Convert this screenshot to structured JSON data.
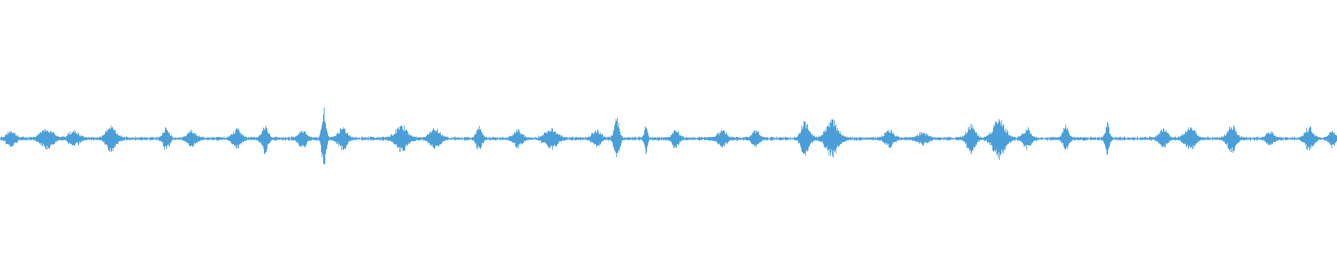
{
  "waveform": {
    "color": "#4a9fd8",
    "background": "#ffffff",
    "baseline_amplitude": 0.012,
    "bursts": [
      {
        "at": 0.008,
        "amp": 0.06,
        "spread": 0.004
      },
      {
        "at": 0.035,
        "amp": 0.07,
        "spread": 0.006
      },
      {
        "at": 0.055,
        "amp": 0.05,
        "spread": 0.005
      },
      {
        "at": 0.083,
        "amp": 0.09,
        "spread": 0.005
      },
      {
        "at": 0.124,
        "amp": 0.08,
        "spread": 0.003
      },
      {
        "at": 0.143,
        "amp": 0.06,
        "spread": 0.004
      },
      {
        "at": 0.177,
        "amp": 0.07,
        "spread": 0.004
      },
      {
        "at": 0.198,
        "amp": 0.1,
        "spread": 0.003
      },
      {
        "at": 0.226,
        "amp": 0.06,
        "spread": 0.004
      },
      {
        "at": 0.242,
        "amp": 0.22,
        "spread": 0.002
      },
      {
        "at": 0.256,
        "amp": 0.08,
        "spread": 0.004
      },
      {
        "at": 0.3,
        "amp": 0.09,
        "spread": 0.006
      },
      {
        "at": 0.325,
        "amp": 0.07,
        "spread": 0.005
      },
      {
        "at": 0.358,
        "amp": 0.08,
        "spread": 0.003
      },
      {
        "at": 0.387,
        "amp": 0.06,
        "spread": 0.004
      },
      {
        "at": 0.412,
        "amp": 0.07,
        "spread": 0.006
      },
      {
        "at": 0.446,
        "amp": 0.06,
        "spread": 0.004
      },
      {
        "at": 0.461,
        "amp": 0.16,
        "spread": 0.0025
      },
      {
        "at": 0.483,
        "amp": 0.12,
        "spread": 0.0015
      },
      {
        "at": 0.505,
        "amp": 0.07,
        "spread": 0.003
      },
      {
        "at": 0.54,
        "amp": 0.06,
        "spread": 0.004
      },
      {
        "at": 0.565,
        "amp": 0.05,
        "spread": 0.004
      },
      {
        "at": 0.602,
        "amp": 0.12,
        "spread": 0.004
      },
      {
        "at": 0.622,
        "amp": 0.13,
        "spread": 0.006
      },
      {
        "at": 0.665,
        "amp": 0.06,
        "spread": 0.004
      },
      {
        "at": 0.69,
        "amp": 0.04,
        "spread": 0.005
      },
      {
        "at": 0.726,
        "amp": 0.1,
        "spread": 0.004
      },
      {
        "at": 0.747,
        "amp": 0.14,
        "spread": 0.006
      },
      {
        "at": 0.768,
        "amp": 0.07,
        "spread": 0.004
      },
      {
        "at": 0.797,
        "amp": 0.09,
        "spread": 0.003
      },
      {
        "at": 0.828,
        "amp": 0.11,
        "spread": 0.002
      },
      {
        "at": 0.87,
        "amp": 0.07,
        "spread": 0.004
      },
      {
        "at": 0.89,
        "amp": 0.08,
        "spread": 0.005
      },
      {
        "at": 0.921,
        "amp": 0.1,
        "spread": 0.004
      },
      {
        "at": 0.95,
        "amp": 0.05,
        "spread": 0.004
      },
      {
        "at": 0.979,
        "amp": 0.08,
        "spread": 0.004
      },
      {
        "at": 0.996,
        "amp": 0.06,
        "spread": 0.003
      }
    ]
  }
}
